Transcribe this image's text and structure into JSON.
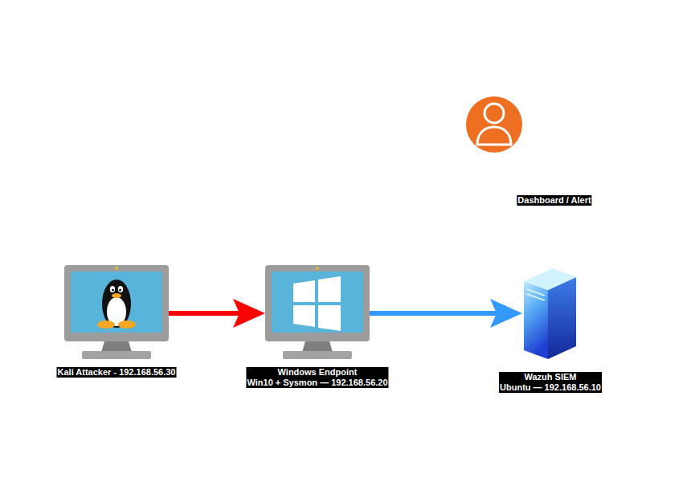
{
  "diagram": {
    "nodes": [
      {
        "text": [
          "Kali Attacker - 192.168.56.30"
        ]
      },
      {
        "text": [
          "Windows Endpoint Win10 + Sysmon — 192.168.56.20"
        ]
      },
      {
        "text": [
          "Wazuh SIEM Ubuntu — 192.168.56.10"
        ]
      },
      {
        "text": [
          "Dashboard / Alert"
        ]
      }
    ],
    "edges": [
      {
        "from": 0,
        "to": 1,
        "arrow": "to"
      },
      {
        "from": 1,
        "to": 2,
        "arrow": "to"
      }
    ]
  }
}
